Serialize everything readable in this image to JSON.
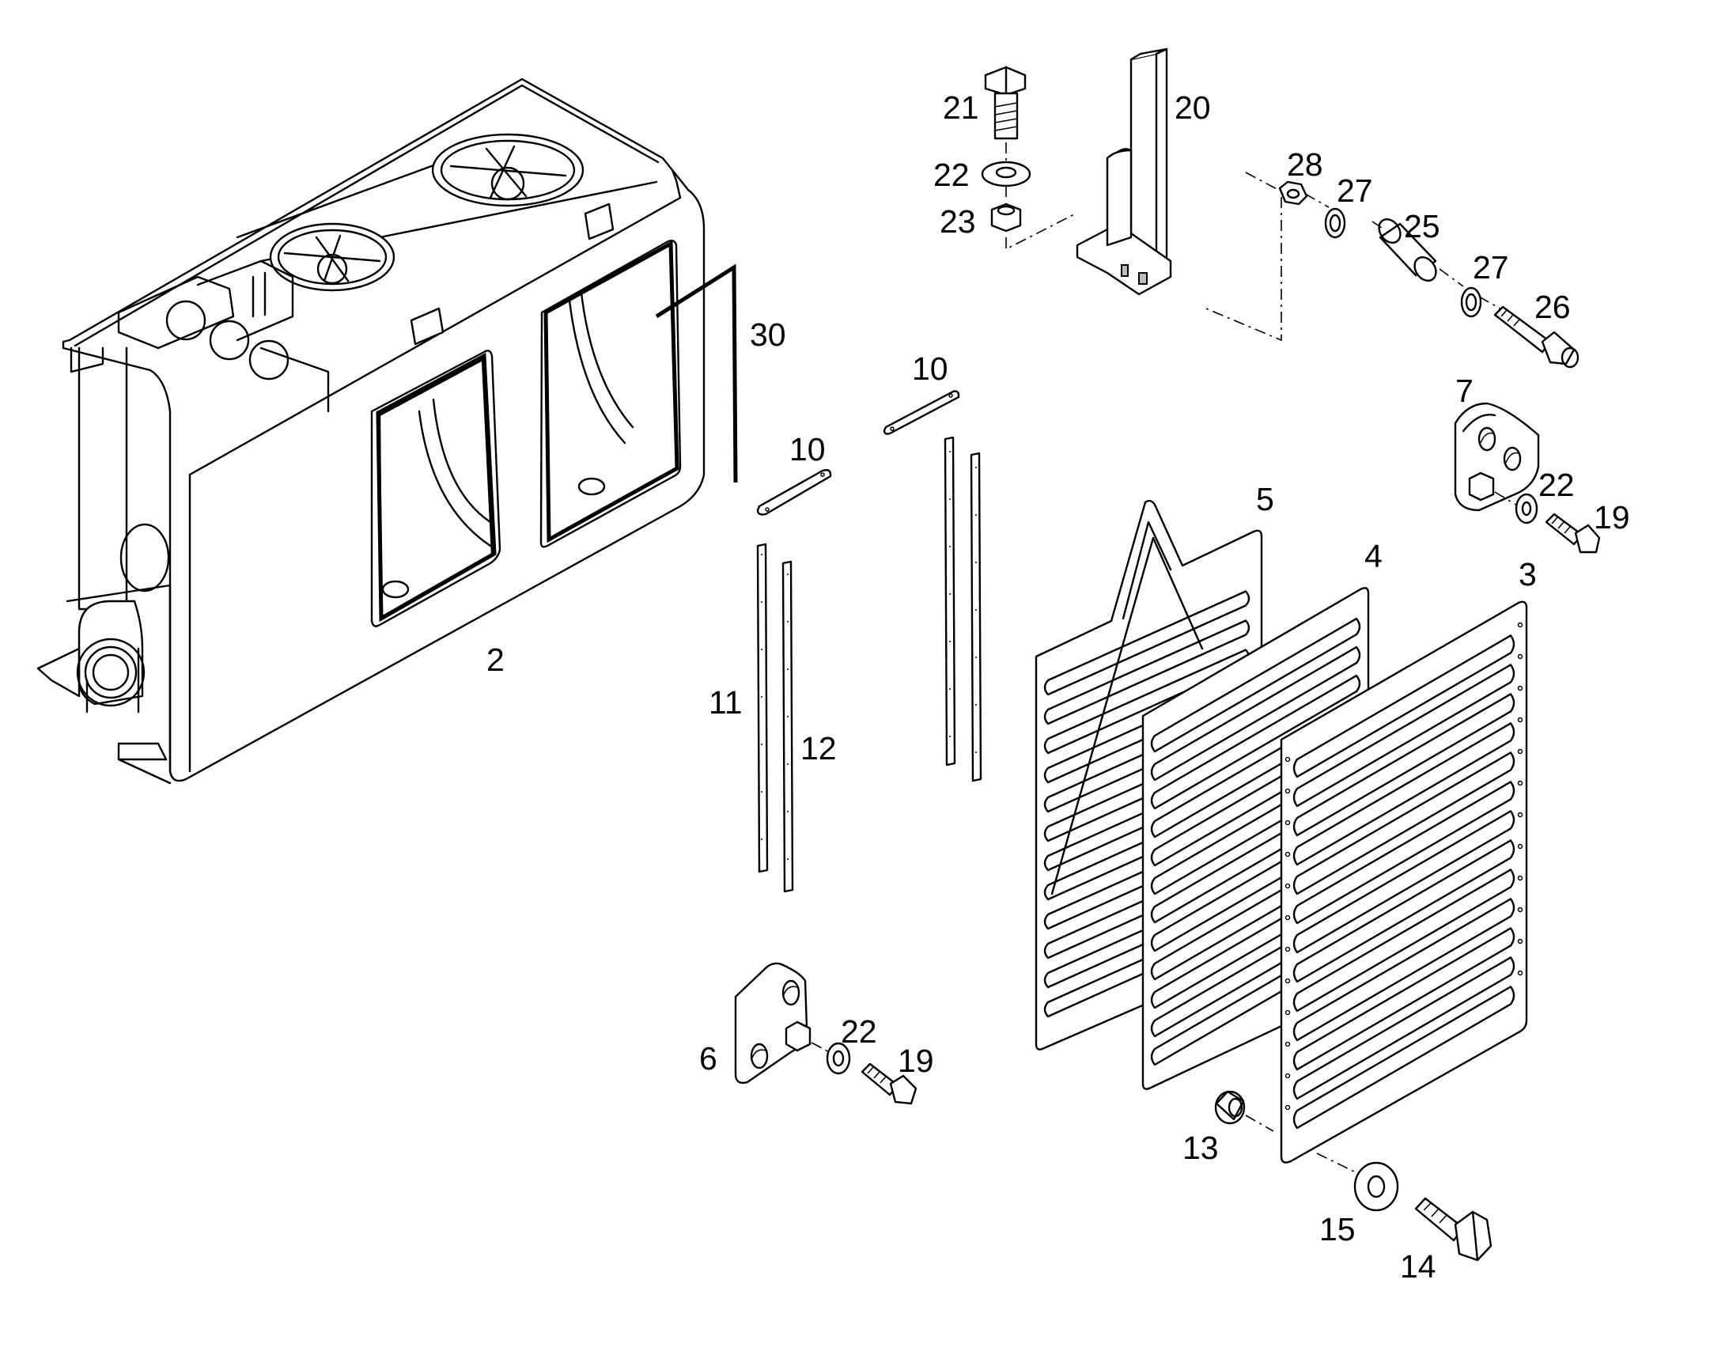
{
  "callouts": [
    {
      "id": "c2",
      "text": "2"
    },
    {
      "id": "c3",
      "text": "3"
    },
    {
      "id": "c4",
      "text": "4"
    },
    {
      "id": "c5",
      "text": "5"
    },
    {
      "id": "c6",
      "text": "6"
    },
    {
      "id": "c7",
      "text": "7"
    },
    {
      "id": "c10a",
      "text": "10"
    },
    {
      "id": "c10b",
      "text": "10"
    },
    {
      "id": "c11",
      "text": "11"
    },
    {
      "id": "c12",
      "text": "12"
    },
    {
      "id": "c13",
      "text": "13"
    },
    {
      "id": "c14",
      "text": "14"
    },
    {
      "id": "c15",
      "text": "15"
    },
    {
      "id": "c19a",
      "text": "19"
    },
    {
      "id": "c19b",
      "text": "19"
    },
    {
      "id": "c20",
      "text": "20"
    },
    {
      "id": "c21",
      "text": "21"
    },
    {
      "id": "c22a",
      "text": "22"
    },
    {
      "id": "c22b",
      "text": "22"
    },
    {
      "id": "c22c",
      "text": "22"
    },
    {
      "id": "c23",
      "text": "23"
    },
    {
      "id": "c25",
      "text": "25"
    },
    {
      "id": "c26",
      "text": "26"
    },
    {
      "id": "c27a",
      "text": "27"
    },
    {
      "id": "c27b",
      "text": "27"
    },
    {
      "id": "c28",
      "text": "28"
    },
    {
      "id": "c30",
      "text": "30"
    }
  ]
}
